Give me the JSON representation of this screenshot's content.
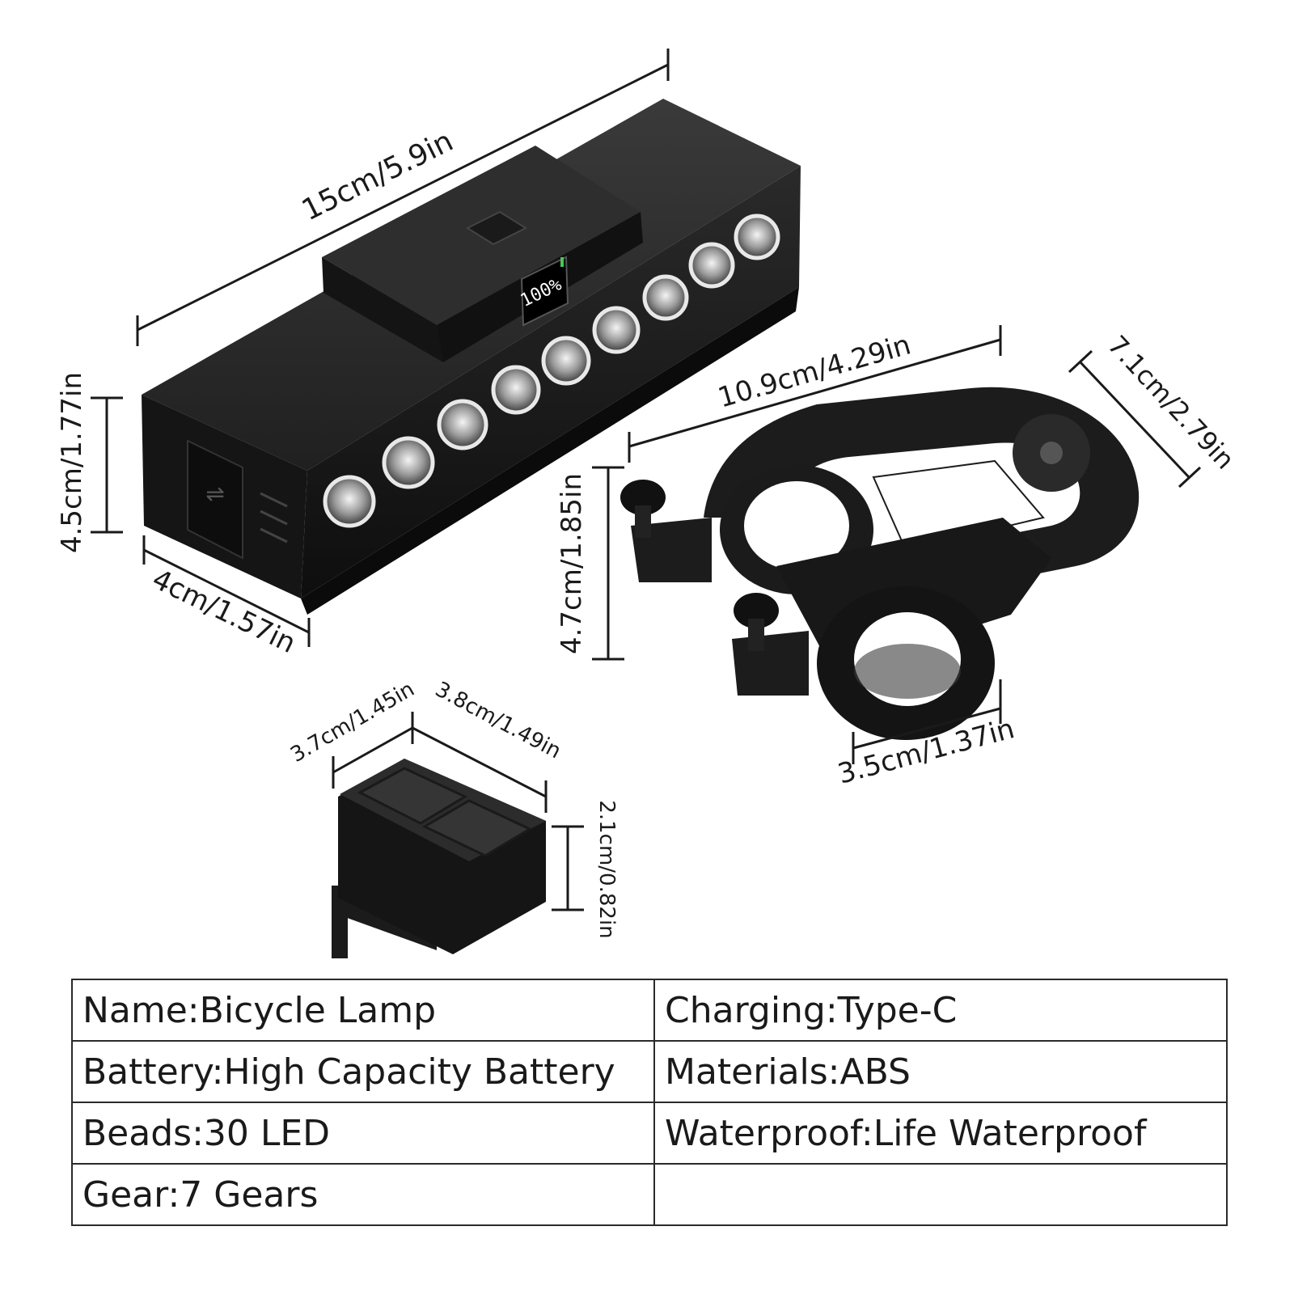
{
  "dimensions": {
    "lamp_length": "15cm/5.9in",
    "lamp_height": "4.5cm/1.77in",
    "lamp_depth": "4cm/1.57in",
    "display_reading": "100%",
    "mount_length": "10.9cm/4.29in",
    "mount_width": "7.1cm/2.79in",
    "mount_height": "4.7cm/1.85in",
    "mount_clamp": "3.5cm/1.37in",
    "remote_width": "3.7cm/1.45in",
    "remote_length": "3.8cm/1.49in",
    "remote_height": "2.1cm/0.82in"
  },
  "specs": [
    [
      "Name:Bicycle Lamp",
      "Charging:Type-C"
    ],
    [
      "Battery:High Capacity Battery",
      "Materials:ABS"
    ],
    [
      "Beads:30 LED",
      "Waterproof:Life Waterproof"
    ],
    [
      "Gear:7 Gears",
      ""
    ]
  ],
  "colors": {
    "product_body": "#1b1b1b",
    "led_ring": "#e8e8e8",
    "battery_indicator": "#3ecf4a"
  }
}
